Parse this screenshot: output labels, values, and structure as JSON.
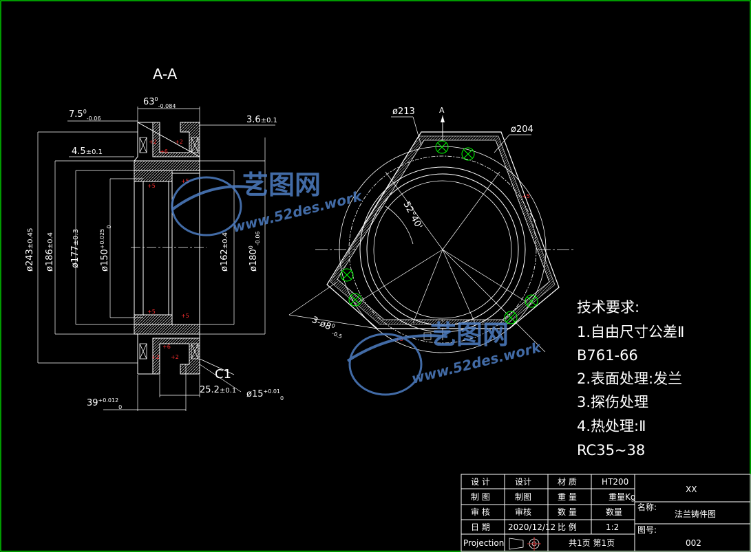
{
  "section_title": "A-A",
  "dims_left": {
    "d63": "63",
    "d63_sup": "0",
    "d63_sub": "-0.084",
    "d75": "7.5",
    "d75_sup": "0",
    "d75_sub": "-0.06",
    "d36": "3.6",
    "d36_tol": "±0.1",
    "d45": "4.5",
    "d45_tol": "±0.1",
    "d243": "ø243",
    "d243_tol": "±0.45",
    "d186": "ø186",
    "d186_tol": "±0.4",
    "d177": "ø177",
    "d177_tol": "±0.3",
    "d150": "ø150",
    "d150_sup": "+0.025",
    "d150_sub": "0",
    "d162": "ø162",
    "d162_tol": "±0.4",
    "d180": "ø180",
    "d180_sup": "0",
    "d180_sub": "-0.06",
    "c1": "C1",
    "d252": "25.2",
    "d252_tol": "±0.1",
    "d39": "39",
    "d39_sup": "+0.012",
    "d39_sub": "0",
    "d15": "ø15",
    "d15_sup": "+0.01",
    "d15_sub": "0"
  },
  "marks_red": {
    "p2": "+2",
    "p5": "+5",
    "p6": "+6"
  },
  "dims_right": {
    "d213": "ø213",
    "d204": "ø204",
    "a_label": "A",
    "angle": "52°40'",
    "holes": "3-",
    "holes_d": "ø",
    "holes_val": "8",
    "holes_sup": "0",
    "holes_sub": "-0.5"
  },
  "watermark": {
    "name": "艺图网",
    "url": "www.52des.work"
  },
  "notes": [
    "技术要求:",
    "1.自由尺寸公差Ⅱ",
    "B761-66",
    "2.表面处理:发兰",
    "3.探伤处理",
    "4.热处理:Ⅱ",
    "RC35~38"
  ],
  "title_block": {
    "r1": [
      "设 计",
      "设计",
      "材 质",
      "HT200"
    ],
    "r2": [
      "制 图",
      "制图",
      "重 量",
      "重量Kg"
    ],
    "r3": [
      "审 核",
      "审核",
      "数 量",
      "数量"
    ],
    "r4": [
      "日 期",
      "2020/12/12",
      "比 例",
      "1:2"
    ],
    "projection": "Projection",
    "pages": "共1页 第1页",
    "company": "XX",
    "name_label": "名称:",
    "part_name": "法兰铸件图",
    "no_label": "图号:",
    "part_no": "002"
  },
  "colors": {
    "background": "#000000",
    "line": "#ffffff",
    "frame": "#00ff00",
    "hatch": "#ffffff",
    "accent_red": "#ff3030",
    "watermark": "#4f7fc4"
  }
}
